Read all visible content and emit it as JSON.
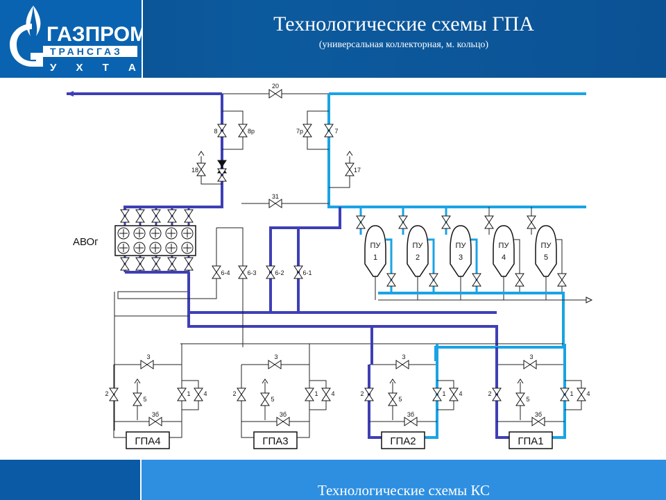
{
  "header": {
    "title": "Технологические схемы ГПА",
    "subtitle": "(универсальная коллекторная, м. кольцо)",
    "logo": {
      "line1": "ГАЗПРОМ",
      "line2": "ТРАНСГАЗ",
      "line3": "У Х Т А"
    }
  },
  "footer": {
    "text": "Технологические схемы КС"
  },
  "colors": {
    "dark_line": "#3e3fb5",
    "light_line": "#1aa3e4",
    "thin_line": "#222222"
  },
  "scheme": {
    "avo_label": "АВОг",
    "valves": {
      "v20": "20",
      "v8": "8",
      "v8p": "8р",
      "v7p": "7р",
      "v7": "7",
      "v18": "18",
      "v17": "17",
      "v31": "31",
      "v6_4": "6-4",
      "v6_3": "6-3",
      "v6_2": "6-2",
      "v6_1": "6-1"
    },
    "pu": [
      {
        "l1": "ПУ",
        "l2": "1"
      },
      {
        "l1": "ПУ",
        "l2": "2"
      },
      {
        "l1": "ПУ",
        "l2": "3"
      },
      {
        "l1": "ПУ",
        "l2": "4"
      },
      {
        "l1": "ПУ",
        "l2": "5"
      }
    ],
    "units": [
      {
        "name": "ГПА4",
        "v3": "3",
        "v2": "2",
        "v5": "5",
        "v1": "1",
        "v4": "4",
        "v36": "3б"
      },
      {
        "name": "ГПА3",
        "v3": "3",
        "v2": "2",
        "v5": "5",
        "v1": "1",
        "v4": "4",
        "v36": "3б"
      },
      {
        "name": "ГПА2",
        "v3": "3",
        "v2": "2",
        "v5": "5",
        "v1": "1",
        "v4": "4",
        "v36": "3б"
      },
      {
        "name": "ГПА1",
        "v3": "3",
        "v2": "2",
        "v5": "5",
        "v1": "1",
        "v4": "4",
        "v36": "3б"
      }
    ]
  }
}
